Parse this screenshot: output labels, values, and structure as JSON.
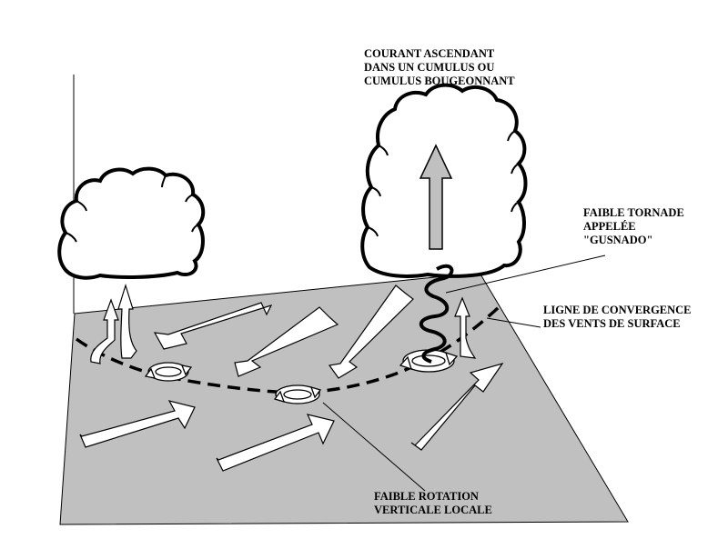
{
  "labels": {
    "updraft": [
      "COURANT ASCENDANT",
      "DANS UN CUMULUS  OU",
      "CUMULUS BOUGEONNANT"
    ],
    "tornado": [
      "FAIBLE TORNADE",
      "APPELÉE",
      "\"GUSNADO\""
    ],
    "convergence": [
      "LIGNE DE CONVERGENCE",
      "DES VENTS DE SURFACE"
    ],
    "rotation": [
      "FAIBLE ROTATION",
      "VERTICALE LOCALE"
    ]
  },
  "colors": {
    "ground": "#c0c0c0",
    "arrow_fill": "#c0c0c0",
    "stroke": "#000000",
    "background": "#ffffff"
  }
}
